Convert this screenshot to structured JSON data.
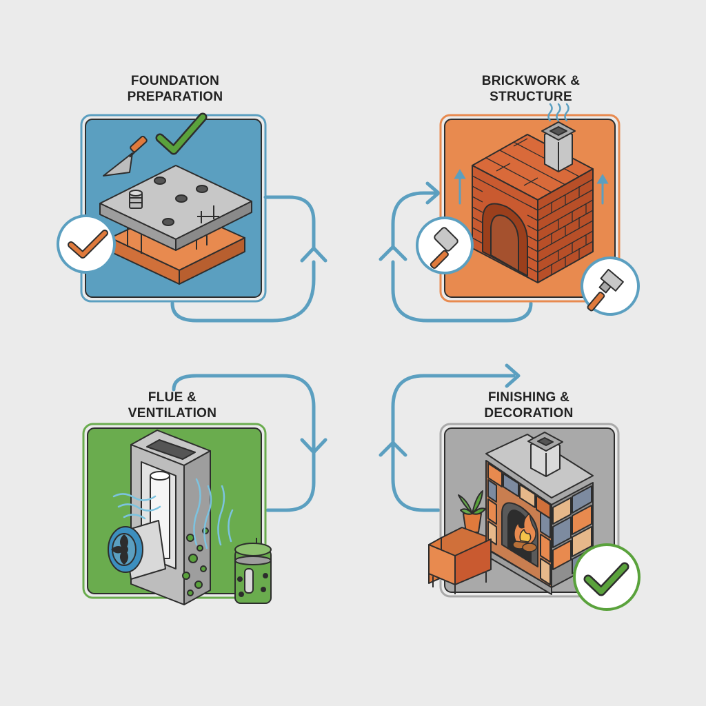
{
  "steps": [
    {
      "id": "foundation",
      "title_lines": [
        "FOUNDATION",
        "PREPARATION"
      ],
      "color": "#5b9fc0",
      "border": "#5b9fc0",
      "icons": [
        "trowel-icon",
        "checkmark-icon",
        "concrete-slab-icon",
        "check-badge-icon"
      ]
    },
    {
      "id": "brickwork",
      "title_lines": [
        "BRICKWORK &",
        "STRUCTURE"
      ],
      "color": "#e88a4f",
      "border": "#e88a4f",
      "icons": [
        "brick-firebox-icon",
        "hammer-badge-icon",
        "paintbrush-badge-icon",
        "heat-wave-icon"
      ]
    },
    {
      "id": "flue",
      "title_lines": [
        "FLUE &",
        "VENTILATION"
      ],
      "color": "#6aac4e",
      "border": "#6aac4e",
      "icons": [
        "flue-chimney-icon",
        "fan-icon",
        "air-flow-icon",
        "filter-canister-icon"
      ]
    },
    {
      "id": "finishing",
      "title_lines": [
        "FINISHING &",
        "DECORATION"
      ],
      "color": "#a9a9a9",
      "border": "#a9a9a9",
      "icons": [
        "stone-fireplace-icon",
        "armchair-icon",
        "potted-plant-icon",
        "fire-icon",
        "check-badge-icon"
      ]
    }
  ],
  "colors": {
    "background": "#ebebeb",
    "arrow": "#5b9fc0",
    "outline": "#2d2d2d",
    "check_green": "#5aa23c",
    "check_orange": "#e07a3c"
  }
}
